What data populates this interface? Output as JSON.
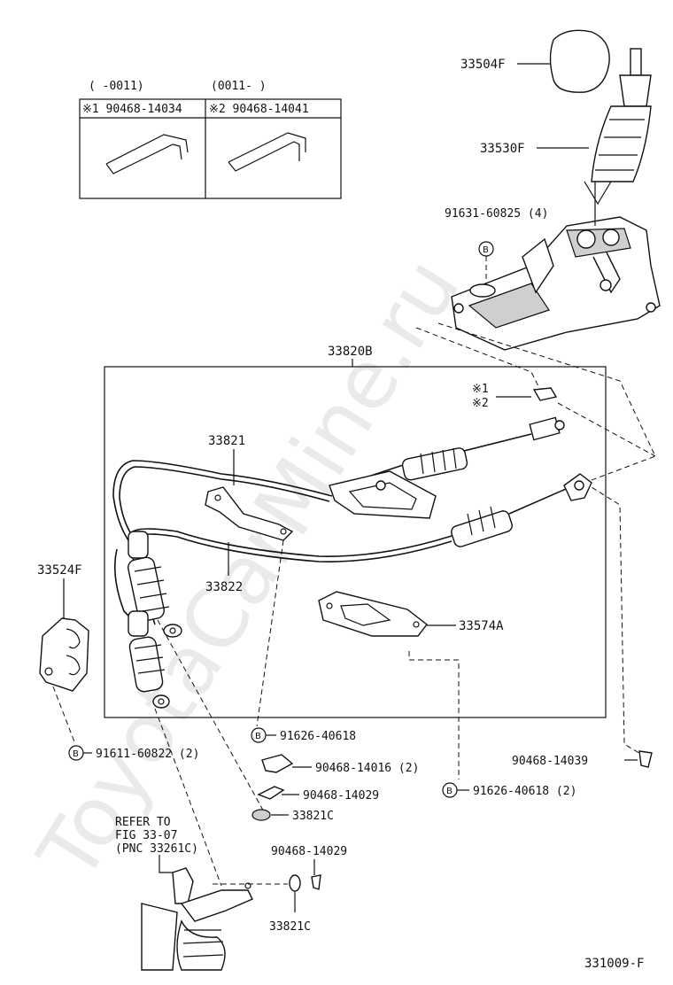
{
  "watermark": "ToyotaCarMine.ru",
  "diagram_id": "331009-F",
  "inset": {
    "left_header": "( -0011)",
    "right_header": "(0011- )",
    "left_part": "※1 90468-14034",
    "right_part": "※2  90468-14041"
  },
  "callouts": {
    "knob": "33504F",
    "boot": "33530F",
    "shifter_bolt": "91631-60825 (4)",
    "bolt_symbol": "B",
    "cable_assy": "33820B",
    "note1": "※1",
    "note2": "※2",
    "cable_upper": "33821",
    "cable_lower": "33822",
    "bracket_left": "33524F",
    "gasket": "33574A",
    "bolt_center": "91626-40618",
    "bolt_left": "91611-60822 (2)",
    "clip_a": "90468-14016 (2)",
    "clip_b": "90468-14029",
    "washer_a": "33821C",
    "bolt_right": "91626-40618 (2)",
    "clip_right": "90468-14039",
    "clip_c": "90468-14029",
    "washer_b": "33821C",
    "refer1": "REFER TO",
    "refer2": "FIG 33-07",
    "refer3": "(PNC 33261C)"
  }
}
